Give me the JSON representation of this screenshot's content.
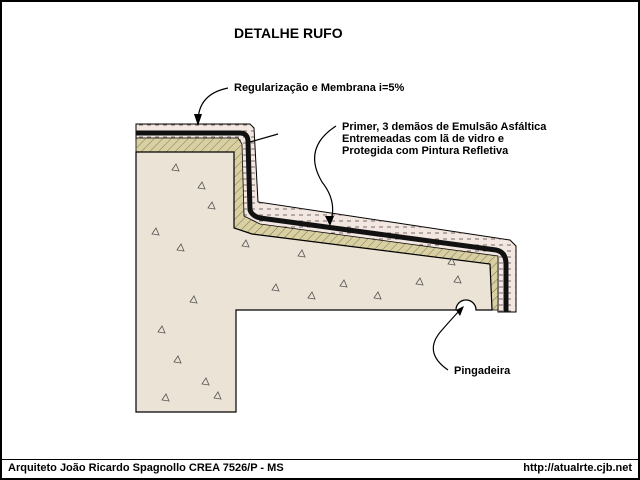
{
  "title": "DETALHE RUFO",
  "labels": {
    "membrane": "Regularização e Membrana i=5%",
    "primer_line1": "Primer, 3 demãos de Emulsão Asfáltica",
    "primer_line2": "Entremeadas com lã de vidro e",
    "primer_line3": "Protegida com Pintura Refletiva",
    "drip": "Pingadeira"
  },
  "footer": {
    "author": "Arquiteto João Ricardo Spagnollo CREA 7526/P - MS",
    "website": "http://atualrte.cjb.net"
  },
  "colors": {
    "concrete": "#ebe3d5",
    "mortar": "#d8cfa2",
    "membrane": "#111111",
    "finish": "#f3e7e2"
  }
}
